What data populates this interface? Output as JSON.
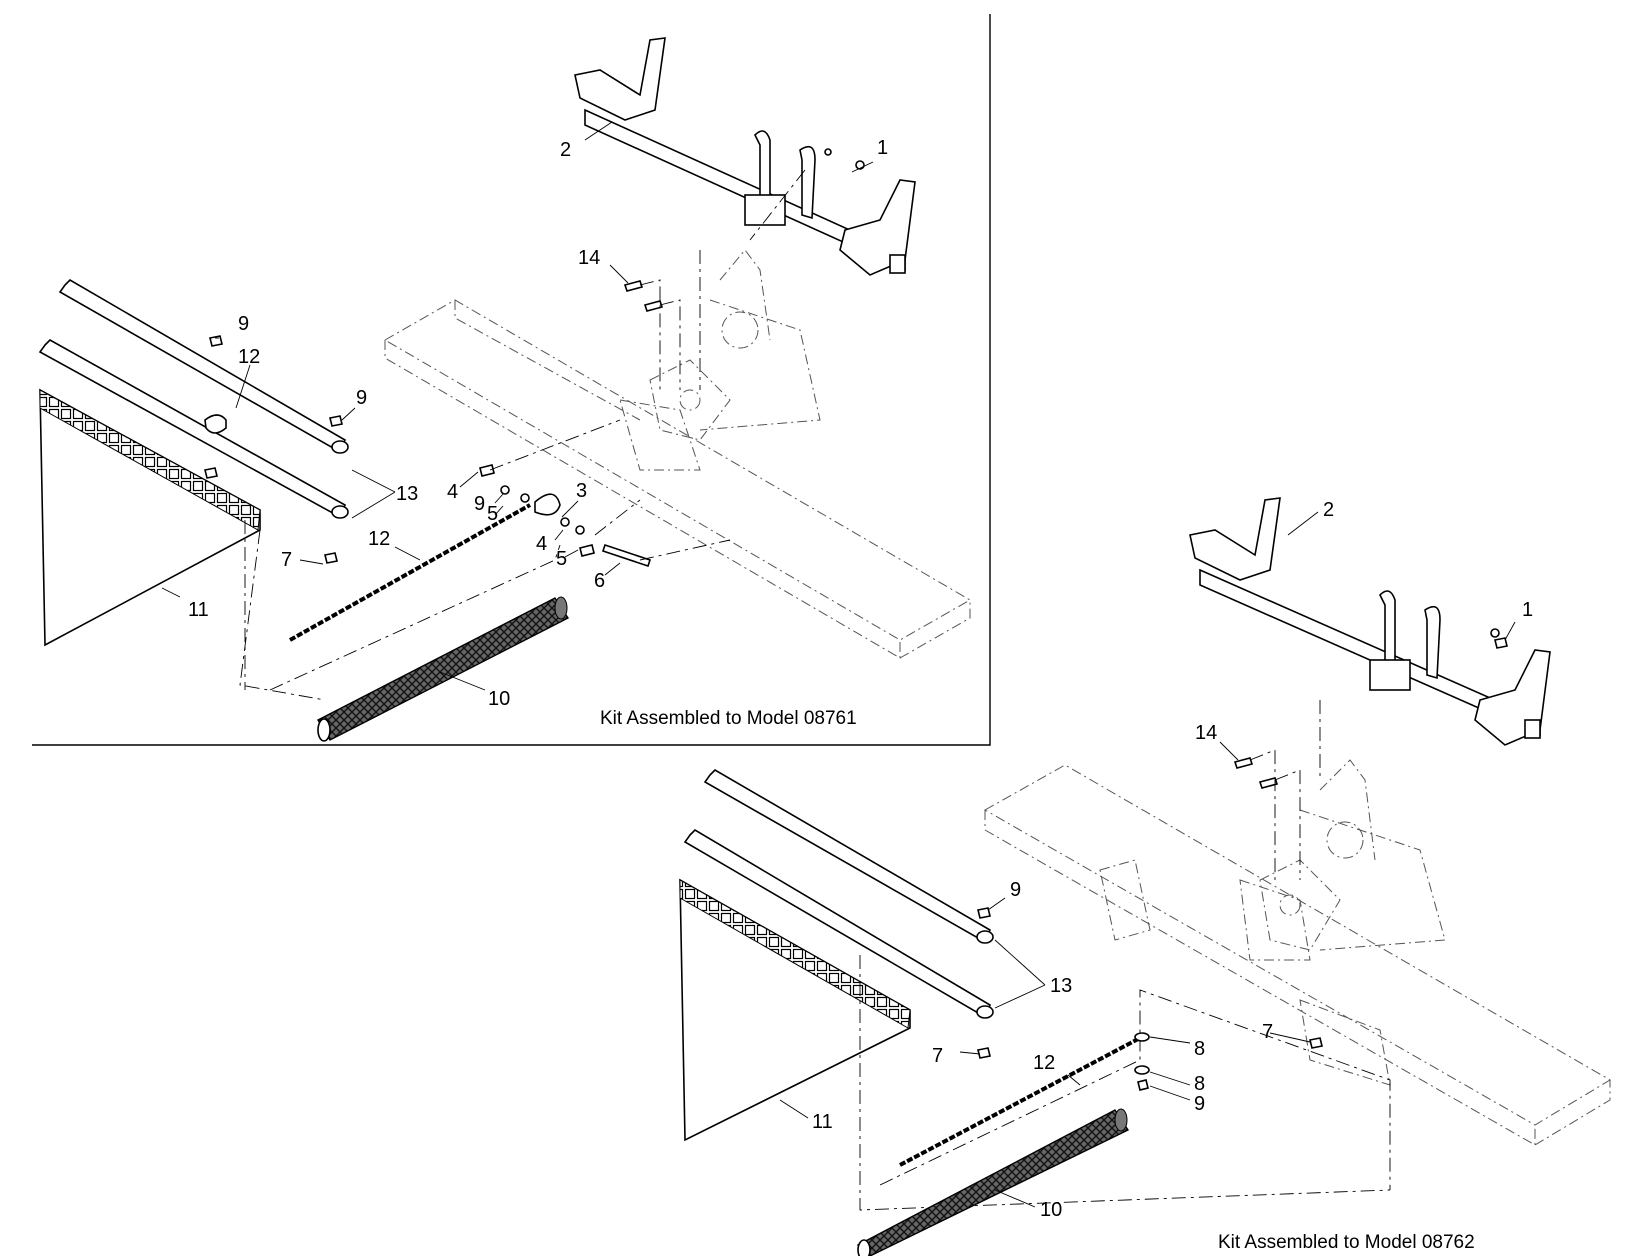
{
  "captions": {
    "kit_08761": "Kit Assembled to Model 08761",
    "kit_08762": "Kit Assembled to Model 08762"
  },
  "callouts_top": [
    "1",
    "2",
    "3",
    "4",
    "4",
    "5",
    "5",
    "6",
    "7",
    "9",
    "9",
    "9",
    "10",
    "11",
    "12",
    "12",
    "13",
    "14"
  ],
  "callouts_bottom": [
    "1",
    "2",
    "7",
    "7",
    "8",
    "8",
    "9",
    "9",
    "10",
    "11",
    "12",
    "13",
    "14"
  ]
}
